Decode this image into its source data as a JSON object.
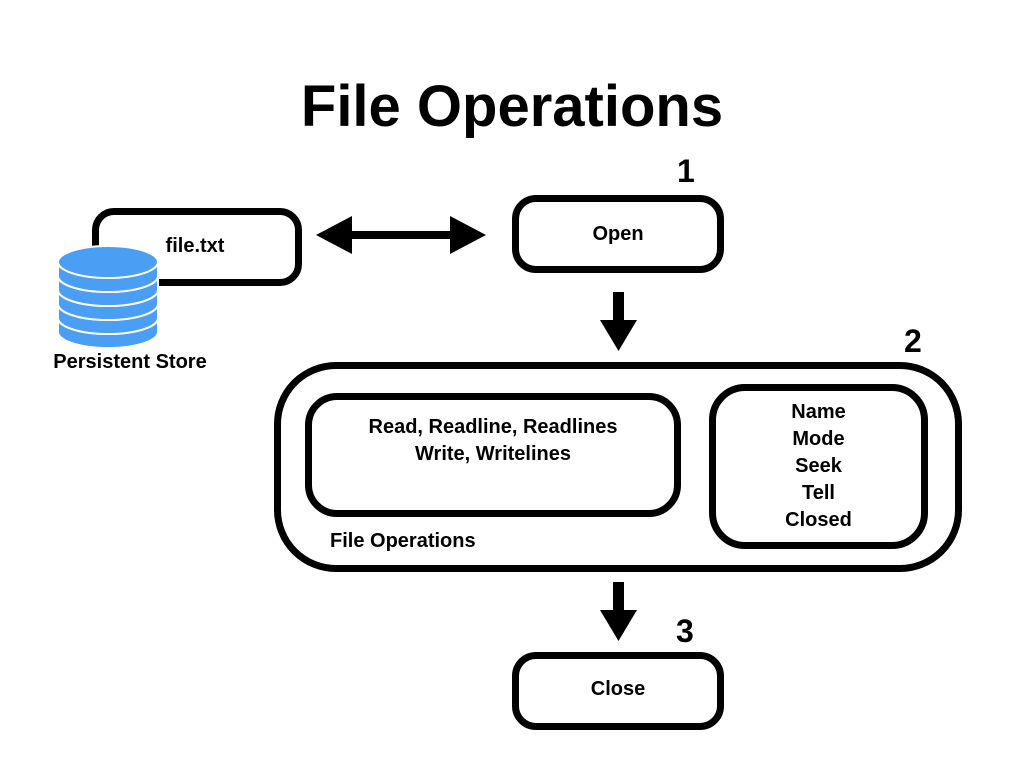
{
  "title": "File Operations",
  "file_box": {
    "label": "file.txt"
  },
  "store": {
    "label": "Persistent Store",
    "color": "#4a9ff5"
  },
  "open_box": {
    "label": "Open",
    "step": "1"
  },
  "ops_container": {
    "label": "File Operations",
    "step": "2"
  },
  "methods_box": {
    "lines": [
      "Read, Readline, Readlines",
      "Write, Writelines"
    ]
  },
  "attributes_box": {
    "lines": [
      "Name",
      "Mode",
      "Seek",
      "Tell",
      "Closed"
    ]
  },
  "close_box": {
    "label": "Close",
    "step": "3"
  }
}
